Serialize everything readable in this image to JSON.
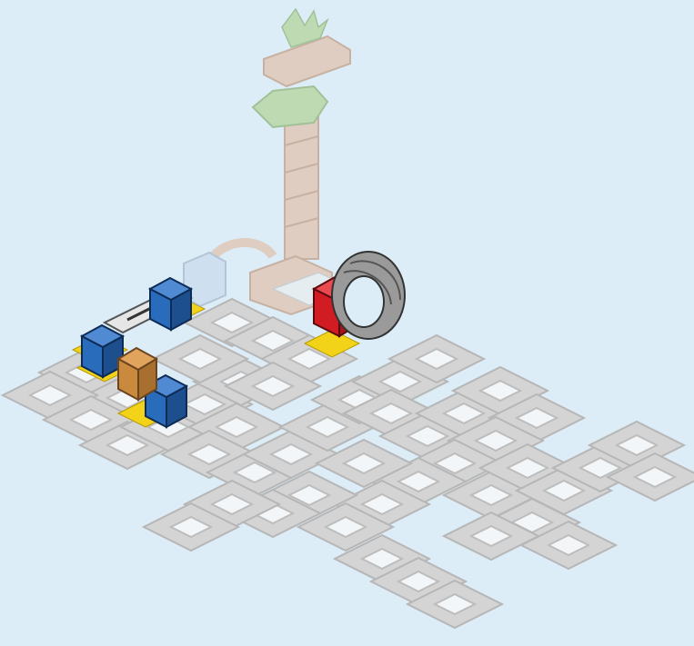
{
  "scene": {
    "background": "#dcedf7",
    "colors": {
      "tile_fill": "#d4d4d4",
      "tile_stroke": "#b6b6b6",
      "tile_hole": "#f3f6f8",
      "highlight": "#f3d21a",
      "blue_pillar": "#2a6cbc",
      "red_clamp": "#d21c24",
      "orange_block": "#c98a3e",
      "gray_ring": "#8f8f8f",
      "faded_tower": "#e2b99e",
      "faded_green": "#a9cf85",
      "faded_pillar": "#c6d6ea"
    },
    "parts": [
      {
        "name": "tower-column-faded",
        "icon": "tower-icon"
      },
      {
        "name": "tower-top-cap-faded",
        "icon": "cap-icon"
      },
      {
        "name": "green-funnel-faded",
        "icon": "funnel-icon"
      },
      {
        "name": "curved-rail-faded",
        "icon": "curve-icon"
      },
      {
        "name": "pale-pillar-faded",
        "icon": "pillar-icon"
      },
      {
        "name": "gray-straight-rail",
        "icon": "rail-icon"
      },
      {
        "name": "blue-pillar",
        "icon": "pillar-icon"
      },
      {
        "name": "orange-block",
        "icon": "block-icon"
      },
      {
        "name": "red-clamp",
        "icon": "clamp-icon"
      },
      {
        "name": "gray-spiral-ring",
        "icon": "ring-icon"
      },
      {
        "name": "base-tile",
        "icon": "tile-icon"
      }
    ]
  }
}
